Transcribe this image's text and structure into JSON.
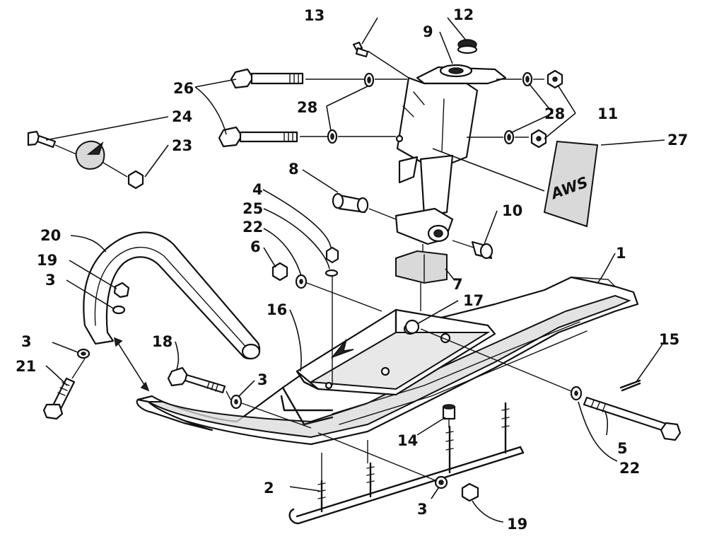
{
  "labels": [
    {
      "id": "1",
      "text": "1"
    },
    {
      "id": "2",
      "text": "2"
    },
    {
      "id": "3a",
      "text": "3"
    },
    {
      "id": "3b",
      "text": "3"
    },
    {
      "id": "3c",
      "text": "3"
    },
    {
      "id": "3d",
      "text": "3"
    },
    {
      "id": "4",
      "text": "4"
    },
    {
      "id": "5",
      "text": "5"
    },
    {
      "id": "6",
      "text": "6"
    },
    {
      "id": "7",
      "text": "7"
    },
    {
      "id": "8",
      "text": "8"
    },
    {
      "id": "9",
      "text": "9"
    },
    {
      "id": "10",
      "text": "10"
    },
    {
      "id": "11",
      "text": "11"
    },
    {
      "id": "12",
      "text": "12"
    },
    {
      "id": "13",
      "text": "13"
    },
    {
      "id": "14",
      "text": "14"
    },
    {
      "id": "15",
      "text": "15"
    },
    {
      "id": "16",
      "text": "16"
    },
    {
      "id": "17",
      "text": "17"
    },
    {
      "id": "18",
      "text": "18"
    },
    {
      "id": "19a",
      "text": "19"
    },
    {
      "id": "19b",
      "text": "19"
    },
    {
      "id": "20",
      "text": "20"
    },
    {
      "id": "21",
      "text": "21"
    },
    {
      "id": "22a",
      "text": "22"
    },
    {
      "id": "22b",
      "text": "22"
    },
    {
      "id": "23",
      "text": "23"
    },
    {
      "id": "24",
      "text": "24"
    },
    {
      "id": "25",
      "text": "25"
    },
    {
      "id": "26",
      "text": "26"
    },
    {
      "id": "27",
      "text": "27"
    },
    {
      "id": "28a",
      "text": "28"
    },
    {
      "id": "28b",
      "text": "28"
    }
  ],
  "decal_text": "AWS"
}
